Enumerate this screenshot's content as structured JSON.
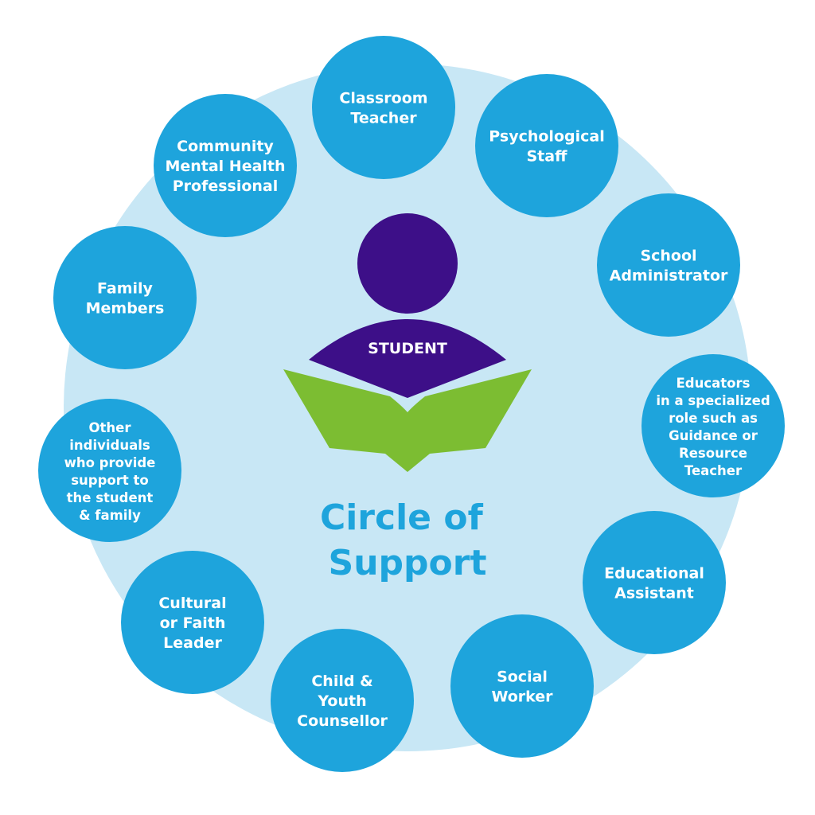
{
  "center": {
    "label": "STUDENT",
    "title_lines": [
      "Circle of",
      "Support"
    ]
  },
  "colors": {
    "background_circle": "#c8e7f5",
    "node": "#1ea4dc",
    "student": "#3d0f88",
    "book": "#7cbd32",
    "title": "#1ea4dc"
  },
  "nodes": [
    {
      "lines": [
        "Classroom",
        "Teacher"
      ]
    },
    {
      "lines": [
        "Psychological",
        "Staff"
      ]
    },
    {
      "lines": [
        "School",
        "Administrator"
      ]
    },
    {
      "lines": [
        "Educators",
        "in a specialized",
        "role such as",
        "Guidance or",
        "Resource",
        "Teacher"
      ]
    },
    {
      "lines": [
        "Educational",
        "Assistant"
      ]
    },
    {
      "lines": [
        "Social",
        "Worker"
      ]
    },
    {
      "lines": [
        "Child &",
        "Youth",
        "Counsellor"
      ]
    },
    {
      "lines": [
        "Cultural",
        "or Faith",
        "Leader"
      ]
    },
    {
      "lines": [
        "Other",
        "individuals",
        "who provide",
        "support to",
        "the student",
        "& family"
      ]
    },
    {
      "lines": [
        "Family",
        "Members"
      ]
    },
    {
      "lines": [
        "Community",
        "Mental Health",
        "Professional"
      ]
    }
  ]
}
